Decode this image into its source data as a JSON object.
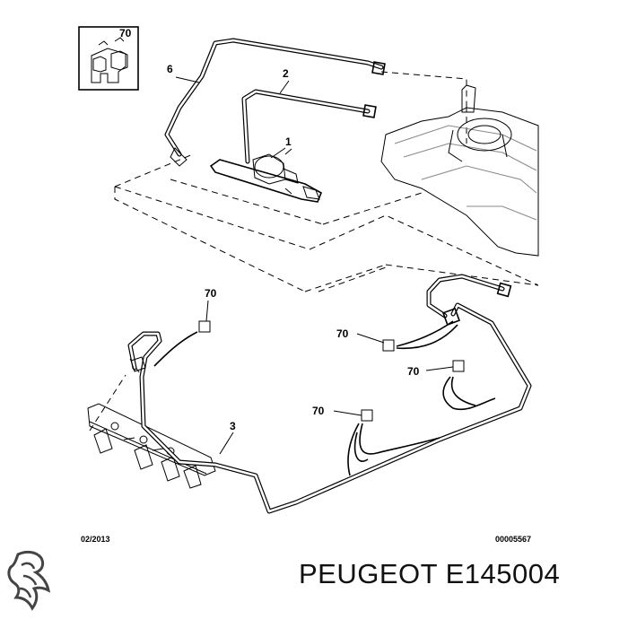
{
  "diagram": {
    "callouts": {
      "clip_inset": "70",
      "pipe_6": "6",
      "pipe_2": "2",
      "filter_1": "1",
      "clip_a": "70",
      "clip_b": "70",
      "clip_c": "70",
      "clip_d": "70",
      "pipe_3": "3"
    },
    "date_code": "02/2013",
    "drawing_number": "00005567"
  },
  "brand": {
    "part_label": "PEUGEOT E145004"
  },
  "icons": {
    "logo": "peugeot-lion-logo"
  }
}
